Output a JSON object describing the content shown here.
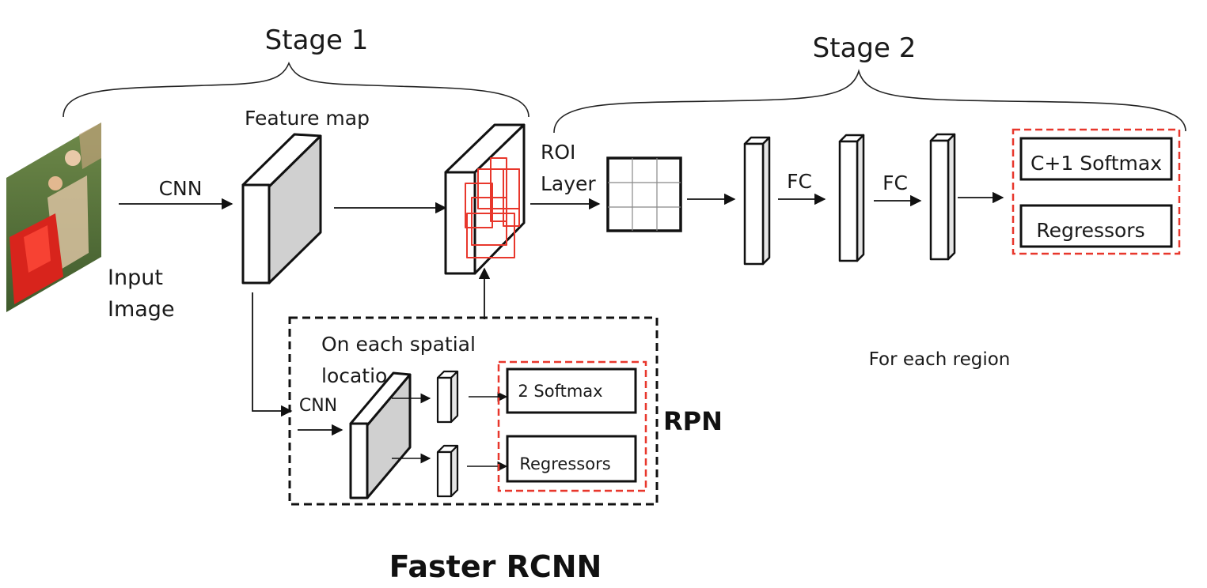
{
  "title": "Faster RCNN",
  "stages": {
    "stage1": "Stage 1",
    "stage2": "Stage 2"
  },
  "labels": {
    "input_image_line1": "Input",
    "input_image_line2": "Image",
    "cnn": "CNN",
    "feature_map": "Feature map",
    "roi_line1": "ROI",
    "roi_line2": "Layer",
    "fc1": "FC",
    "fc2": "FC",
    "for_each_region": "For each region"
  },
  "heads": {
    "stage2_softmax": "C+1 Softmax",
    "stage2_regressors": "Regressors"
  },
  "rpn": {
    "label": "RPN",
    "spatial_line1": "On each spatial",
    "spatial_line2": "locatio",
    "cnn": "CNN",
    "softmax": "2 Softmax",
    "regressors": "Regressors"
  },
  "colors": {
    "accent_red": "#e8372c",
    "feature_gray": "#d0d0d0",
    "line": "#111111"
  }
}
